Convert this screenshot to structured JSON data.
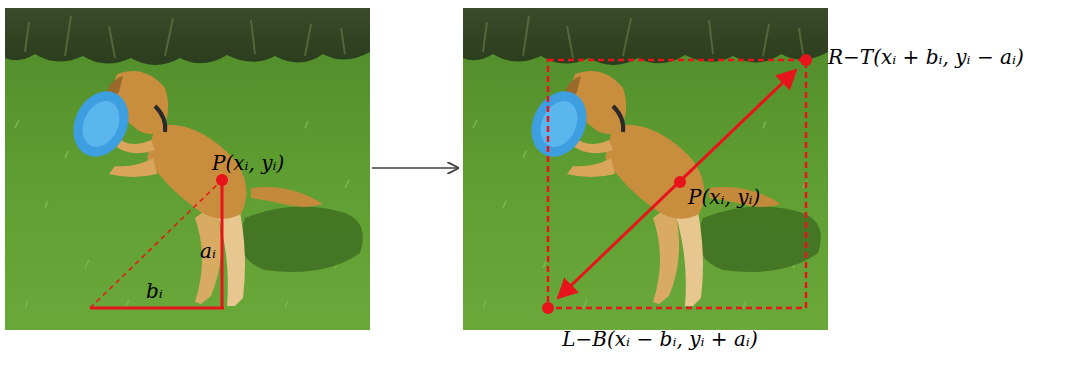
{
  "diagram": {
    "labels": [
      "P(xᵢ, yᵢ)",
      "aᵢ",
      "bᵢ",
      "R−T(xᵢ + bᵢ, yᵢ − aᵢ)",
      "P(xᵢ, yᵢ)",
      "L−B(xᵢ − bᵢ, yᵢ + aᵢ)"
    ]
  }
}
